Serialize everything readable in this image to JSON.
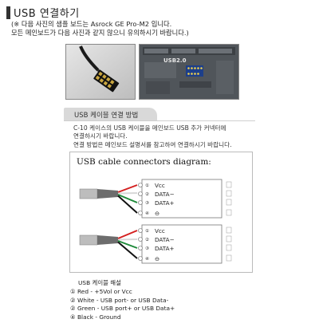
{
  "header": {
    "title": "USB 연결하기"
  },
  "intro": {
    "line1": "(※ 다음 사진의 샘플 보드는 Asrock GE Pro-M2 입니다.",
    "line2": "모든 메인보드가 다음 사진과 같지 않으니 유의하시기 바랍니다.)"
  },
  "photos": {
    "board_label": "USB2.0"
  },
  "section": {
    "tab_label": "USB 케이블 연결 방법",
    "method_lines": [
      "C-10 케이스의 USB 케이블을 메인보드 USB 추가 커넥터에",
      "연결하시기 바랍니다.",
      "연결 방법은 메인보드 설명서를 참고하여 연결하시기 바랍니다."
    ]
  },
  "diagram": {
    "title": "USB cable connectors diagram:",
    "connectors": [
      {
        "pins": [
          {
            "num": "①",
            "label": "Vcc"
          },
          {
            "num": "②",
            "label": "DATA−"
          },
          {
            "num": "③",
            "label": "DATA+"
          },
          {
            "num": "④",
            "label": "⊖"
          }
        ]
      },
      {
        "pins": [
          {
            "num": "①",
            "label": "Vcc"
          },
          {
            "num": "②",
            "label": "DATA−"
          },
          {
            "num": "③",
            "label": "DATA+"
          },
          {
            "num": "④",
            "label": "⊖"
          }
        ]
      }
    ]
  },
  "legend": {
    "title": "USB 케이블 해설",
    "items": [
      "① Red    -  +5Vol or Vcc",
      "② White  -  USB port- or USB Data-",
      "② Green  -  USB port+ or USB Data+",
      "④ Black  -  Ground"
    ]
  },
  "colors": {
    "wire_red": "#d42020",
    "wire_white": "#d8d8d8",
    "wire_green": "#1f8a3a",
    "wire_black": "#111111",
    "cable_grey": "#8a8a8a"
  }
}
